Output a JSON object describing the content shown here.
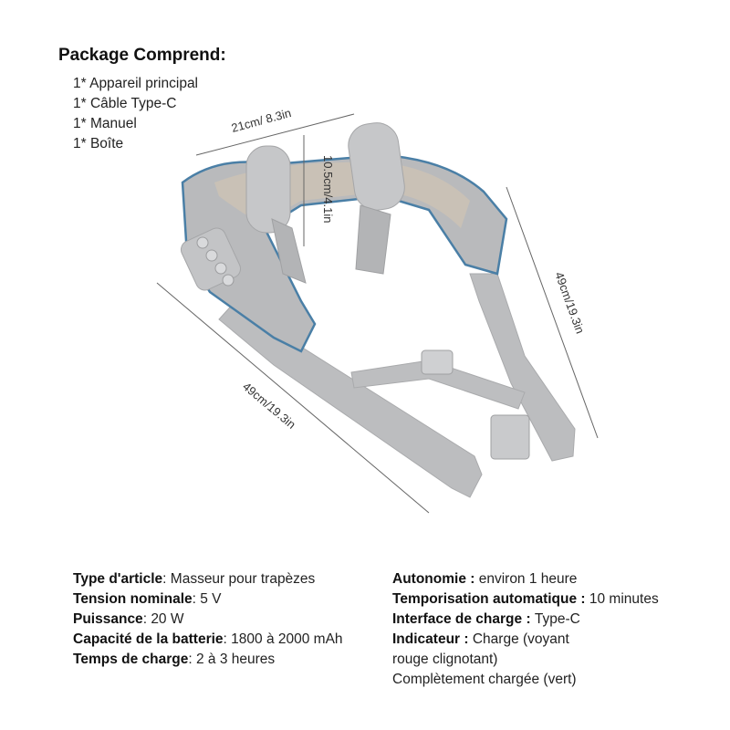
{
  "package": {
    "title": "Package Comprend:",
    "items": [
      "1* Appareil principal",
      "1* Câble Type-C",
      "1* Manuel",
      "1* Boîte"
    ]
  },
  "dimensions": {
    "top_width": "21cm/ 8.3in",
    "pillow_height": "10.5cm/4.1in",
    "right_length": "49cm/19.3in",
    "left_length": "49cm/19.3in"
  },
  "specs_left": [
    {
      "key": "Type d'article",
      "sep": ": ",
      "value": "Masseur pour trapèzes"
    },
    {
      "key": "Tension nominale",
      "sep": ": ",
      "value": "5 V"
    },
    {
      "key": "Puissance",
      "sep": ": ",
      "value": "20 W"
    },
    {
      "key": "Capacité de la batterie",
      "sep": ": ",
      "value": "1800 à 2000 mAh"
    },
    {
      "key": "Temps de charge",
      "sep": ": ",
      "value": "2 à 3 heures"
    }
  ],
  "specs_right": [
    {
      "key": "Autonomie : ",
      "value": "environ 1 heure"
    },
    {
      "key": "Temporisation automatique : ",
      "value": "10 minutes"
    },
    {
      "key": "Interface de charge : ",
      "value": "Type-C"
    },
    {
      "key": "Indicateur : ",
      "value": "Charge (voyant"
    },
    {
      "value2": "rouge clignotant)"
    },
    {
      "value3": "Complètement chargée (vert)"
    }
  ],
  "colors": {
    "device_gray": "#b8b9bb",
    "device_light": "#d2d3d5",
    "trim_blue": "#4a7fa6",
    "inner_beige": "#c9c1b6"
  }
}
